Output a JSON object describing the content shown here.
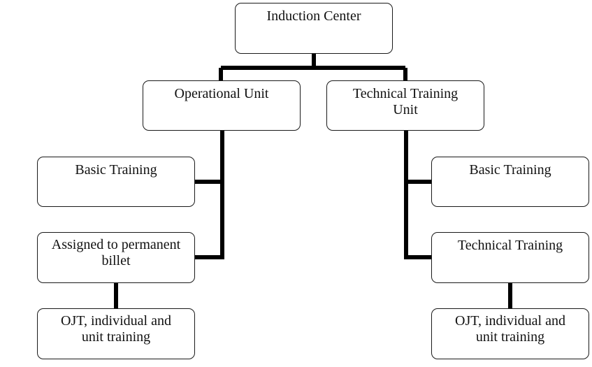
{
  "nodes": {
    "induction_center": "Induction Center",
    "operational_unit": "Operational Unit",
    "technical_training_unit": "Technical Training\nUnit",
    "basic_training_left": "Basic Training",
    "assigned_permanent_billet": "Assigned to permanent\nbillet",
    "ojt_left": "OJT, individual and\nunit training",
    "basic_training_right": "Basic Training",
    "technical_training": "Technical Training",
    "ojt_right": "OJT, individual and\nunit training"
  },
  "colors": {
    "connector": "#000000",
    "box_border": "#1a1a1a",
    "box_fill": "#ffffff"
  }
}
